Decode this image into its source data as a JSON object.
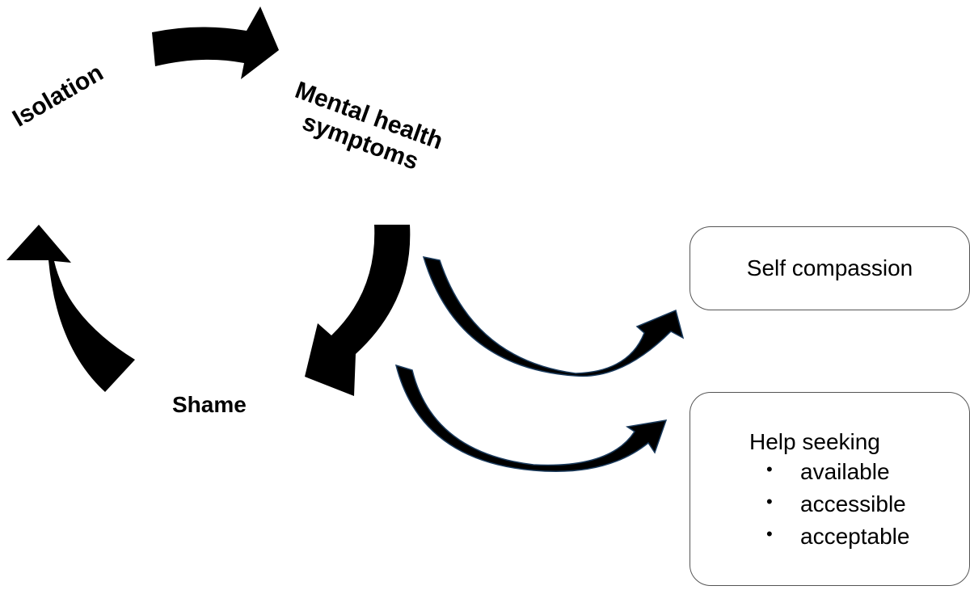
{
  "nodes": {
    "isolation": "Isolation",
    "mental_health_line1": "Mental health",
    "mental_health_line2": "symptoms",
    "shame": "Shame"
  },
  "boxes": {
    "self_compassion": "Self compassion",
    "help_seeking": {
      "title": "Help seeking",
      "items": [
        "available",
        "accessible",
        "acceptable"
      ]
    }
  },
  "colors": {
    "arrow_fill": "#000000",
    "curve_highlight": "#1a3a5c",
    "box_border": "#555555"
  }
}
